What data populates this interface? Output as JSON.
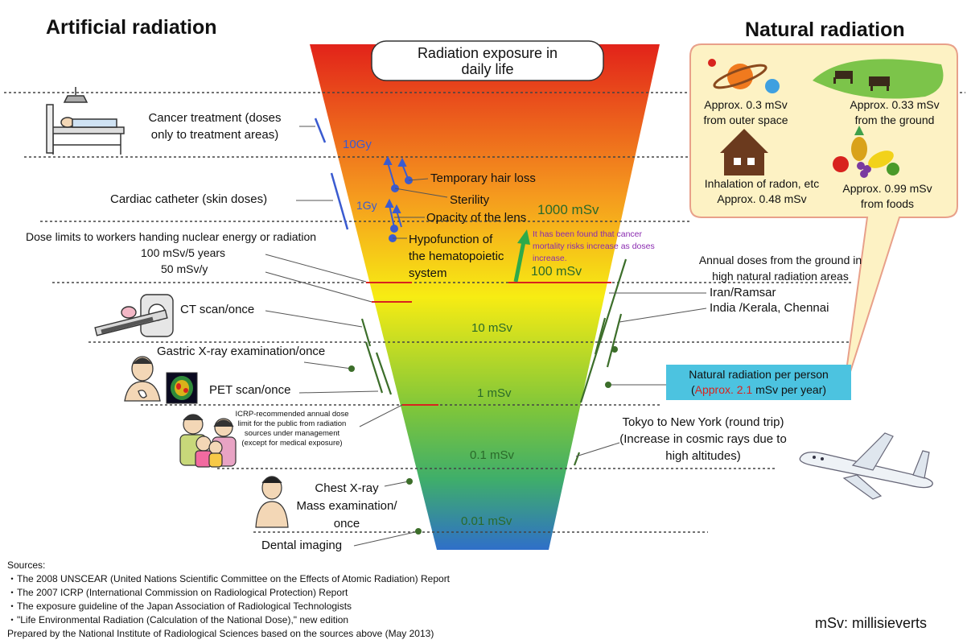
{
  "headings": {
    "artificial": "Artificial radiation",
    "natural": "Natural radiation",
    "center_title_line1": "Radiation exposure in",
    "center_title_line2": "daily life"
  },
  "scale_labels": {
    "gy10": "10Gy",
    "gy1": "1Gy",
    "msv1000": "1000 mSv",
    "msv100": "100 mSv",
    "msv10": "10 mSv",
    "msv1": "1 mSv",
    "msv01": "0.1 mSv",
    "msv001": "0.01 mSv"
  },
  "effects": {
    "hair_loss": "Temporary hair loss",
    "sterility": "Sterility",
    "lens": "Opacity of the lens",
    "hypo_line1": "Hypofunction of",
    "hypo_line2": "the hematopoietic",
    "hypo_line3": "system",
    "cancer_line1": "It has been found that cancer",
    "cancer_line2": "mortality risks increase as doses",
    "cancer_line3": "increase."
  },
  "artificial_items": {
    "cancer_line1": "Cancer treatment (doses",
    "cancer_line2": "only to treatment areas)",
    "cardiac": "Cardiac catheter (skin doses)",
    "dose_limit_line1": "Dose limits to workers handing nuclear energy or radiation",
    "dose_limit_line2": "100 mSv/5 years",
    "dose_limit_line3": "50 mSv/y",
    "ct": "CT scan/once",
    "gastric": "Gastric X-ray examination/once",
    "pet": "PET scan/once",
    "icrp_line1": "ICRP-recommended annual dose",
    "icrp_line2": "limit for the public from radiation",
    "icrp_line3": "sources under management",
    "icrp_line4": "(except for medical exposure)",
    "chest_line1": "Chest X-ray",
    "chest_line2": "Mass examination/",
    "chest_line3": "once",
    "dental": "Dental imaging"
  },
  "natural_items": {
    "space_line1": "Approx. 0.3 mSv",
    "space_line2": "from outer space",
    "ground_line1": "Approx. 0.33 mSv",
    "ground_line2": "from the ground",
    "radon_line1": "Inhalation of radon, etc",
    "radon_line2": "Approx. 0.48 mSv",
    "food_line1": "Approx. 0.99 mSv",
    "food_line2": "from foods",
    "annual_line1": "Annual doses from the ground in",
    "annual_line2": "high natural radiation areas",
    "iran": "Iran/Ramsar",
    "india": "India /Kerala, Chennai",
    "per_person_line1": "Natural radiation per person",
    "per_person_open": "(",
    "per_person_value": "Approx. 2.1",
    "per_person_rest": " mSv per year)",
    "tokyo_line1": "Tokyo to New York (round trip)",
    "tokyo_line2": "(Increase in cosmic rays due to",
    "tokyo_line3": "high altitudes)"
  },
  "sources": {
    "heading": "Sources:",
    "s1": "・The 2008 UNSCEAR (United Nations Scientific Committee on the Effects of Atomic Radiation) Report",
    "s2": "・The 2007 ICRP (International Commission on Radiological Protection) Report",
    "s3": "・The exposure guideline of the Japan Association of Radiological Technologists",
    "s4": "・\"Life Environmental Radiation (Calculation of the National Dose),\" new edition",
    "prepared": "Prepared by the National Institute of Radiological Sciences based on the sources above (May 2013)"
  },
  "unit_note": "mSv: millisieverts",
  "colors": {
    "funnel_top": "#e2231a",
    "funnel_mid": "#f7ec13",
    "funnel_green": "#5cba3c",
    "funnel_bottom": "#2f6fc9",
    "artificial_line": "#3c6e2a",
    "high_dose_line": "#3a5bd0",
    "limit_line": "#d8231e",
    "natural_box_fill": "#fdf2c4",
    "natural_box_stroke": "#e8a08a",
    "per_person_fill": "#4cc3e0",
    "highlight_red": "#d8231e",
    "cancer_text": "#8a2ab0"
  },
  "icons": {
    "treatment": "patient-bed-icon",
    "ct": "ct-scanner-icon",
    "gastric": "person-xray-icon",
    "pet": "pet-brain-scan-icon",
    "family": "family-icon",
    "chest": "chest-xray-person-icon",
    "planet": "planet-icon",
    "cows": "cows-on-ground-icon",
    "house": "house-icon",
    "fruit": "fruit-basket-icon",
    "airplane": "airplane-icon"
  }
}
